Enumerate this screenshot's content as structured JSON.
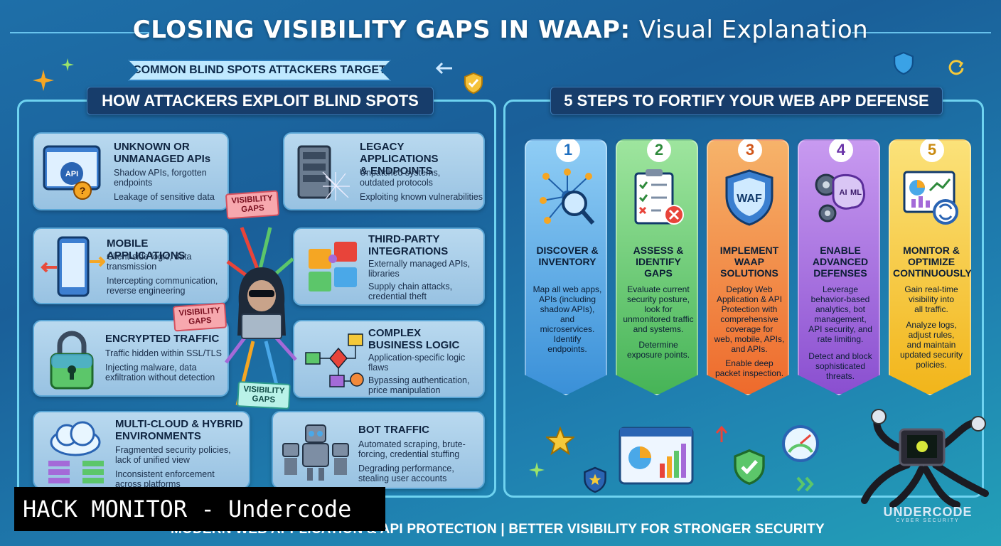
{
  "title": {
    "main": "CLOSING VISIBILITY GAPS IN WAAP:",
    "sub": "Visual Explanation"
  },
  "ribbon": "COMMON BLIND SPOTS ATTACKERS TARGET",
  "left_heading": "HOW ATTACKERS EXPLOIT BLIND SPOTS",
  "right_heading": "5 STEPS TO FORTIFY YOUR WEB APP DEFENSE",
  "blind_spots": [
    {
      "title": "UNKNOWN OR\nUNMANAGED APIs",
      "desc": "Shadow APIs, forgotten\nendpoints",
      "impact": "Leakage of sensitive data"
    },
    {
      "title": "LEGACY APPLICATIONS\n& ENDPOINTS",
      "desc": "Unpatched systems,\noutdated protocols",
      "impact": "Exploiting known vulnerabilities"
    },
    {
      "title": "MOBILE APPLICATIONS",
      "desc": "Client-side logic, data\ntransmission",
      "impact": "Intercepting communication,\nreverse engineering"
    },
    {
      "title": "THIRD-PARTY\nINTEGRATIONS",
      "desc": "Externally managed APIs,\nlibraries",
      "impact": "Supply chain attacks,\ncredential theft"
    },
    {
      "title": "ENCRYPTED TRAFFIC",
      "desc": "Traffic hidden within SSL/TLS",
      "impact": "Injecting malware, data\nexfiltration without detection"
    },
    {
      "title": "COMPLEX\nBUSINESS LOGIC",
      "desc": "Application-specific logic\nflaws",
      "impact": "Bypassing authentication,\nprice manipulation"
    },
    {
      "title": "MULTI-CLOUD & HYBRID\nENVIRONMENTS",
      "desc": "Fragmented security policies,\nlack of unified view",
      "impact": "Inconsistent enforcement\nacross platforms"
    },
    {
      "title": "BOT TRAFFIC",
      "desc": "Automated scraping, brute-\nforcing, credential stuffing",
      "impact": "Degrading performance,\nstealing user accounts"
    }
  ],
  "visibility_gap_label": "VISIBILITY\nGAPS",
  "steps": [
    {
      "num": "1",
      "title": "DISCOVER &\nINVENTORY",
      "desc": "Map all web apps,\nAPIs (including\nshadow APIs),\nand\nmicroservices.\nIdentify\nendpoints.",
      "desc2": "",
      "color": "#4aa8e8",
      "num_color": "#1f6fc0"
    },
    {
      "num": "2",
      "title": "ASSESS &\nIDENTIFY\nGAPS",
      "desc": "Evaluate current\nsecurity posture,\nlook for\nunmonitored traffic\nand systems.",
      "desc2": "Determine\nexposure points.",
      "color": "#5cc66a",
      "num_color": "#2f8a3c"
    },
    {
      "num": "3",
      "title": "IMPLEMENT\nWAAP\nSOLUTIONS",
      "desc": "Deploy Web\nApplication & API\nProtection with\ncomprehensive\ncoverage for\nweb, mobile, APIs,\nand APIs.",
      "desc2": "Enable deep\npacket inspection.",
      "color": "#f2893a",
      "num_color": "#d0561a"
    },
    {
      "num": "4",
      "title": "ENABLE\nADVANCED\nDEFENSES",
      "desc": "Leverage\nbehavior-based\nanalytics, bot\nmanagement,\nAPI security, and\nrate limiting.",
      "desc2": "Detect and block\nsophisticated\nthreats.",
      "color": "#a46ad8",
      "num_color": "#6a34a8"
    },
    {
      "num": "5",
      "title": "MONITOR &\nOPTIMIZE\nCONTINUOUSLY",
      "desc": "Gain real-time\nvisibility into\nall traffic.",
      "desc2": "Analyze logs,\nadjust rules,\nand maintain\nupdated security\npolicies.",
      "color": "#f5c93a",
      "num_color": "#c98a10"
    }
  ],
  "waf_label": "WAF",
  "ai_label": "AI",
  "ml_label": "ML",
  "api_label": "API",
  "footer": "MODERN WEB APPLICATION & API PROTECTION  |  BETTER VISIBILITY FOR STRONGER SECURITY",
  "watermark": "HACK MONITOR - Undercode",
  "logo": {
    "name": "UNDERCODE",
    "tag": "CYBER SECURITY"
  }
}
